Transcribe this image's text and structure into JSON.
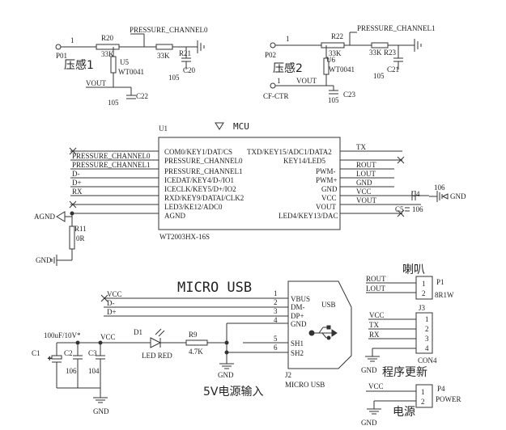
{
  "top": {
    "p01": "P01",
    "pin1a": "1",
    "r20": "R20",
    "r20v": "33K",
    "u5": "U5",
    "u5v": "WT0041",
    "pc0": "PRESSURE_CHANNEL0",
    "r21v": "33K",
    "r21": "R21",
    "c20v": "105",
    "c20": "C20",
    "label1": "压感1",
    "vout1": "VOUT",
    "c22v": "105",
    "c22": "C22",
    "p02": "P02",
    "pin1b": "1",
    "r22": "R22",
    "r22v": "33K",
    "u6": "U6",
    "u6v": "WT0041",
    "pc1": "PRESSURE_CHANNEL1",
    "r23v": "33K",
    "r23": "R23",
    "c21v": "105",
    "c21": "C21",
    "label2": "压感2",
    "pin1c": "1",
    "vout2": "VOUT",
    "cfctr": "CF-CTR",
    "c23v": "105",
    "c23": "C23"
  },
  "mcu": {
    "title": "MCU",
    "ref": "U1",
    "part": "WT2003HX-16S",
    "left_pins": [
      "COM0/KEY1/DAT/CS",
      "PRESSURE_CHANNEL0",
      "PRESSURE_CHANNEL1",
      "ICEDAT/KEY4/D-/IO1",
      "ICECLK/KEY5/D+/IO2",
      "RXD/KEY9/DATAI/CLK2",
      "LED3/KE12/ADC0",
      "AGND"
    ],
    "right_pins": [
      "TXD/KEY15/ADC1/DATA2",
      "KEY14/LED5",
      "PWM-",
      "PWM+",
      "GND",
      "VCC",
      "VOUT",
      "LED4/KEY13/DAC"
    ],
    "left_nets": [
      "PRESSURE_CHANNEL0",
      "PRESSURE_CHANNEL1",
      "D-",
      "D+",
      "RX"
    ],
    "right_nets": [
      "TX",
      "ROUT",
      "LOUT",
      "GND",
      "VCC",
      "VOUT"
    ],
    "c4": "C4",
    "c4v": "106",
    "c5": "C5",
    "c5v": "106",
    "gnd": "GND",
    "agnd": "AGND",
    "r11": "R11",
    "r11v": "0R",
    "gnd2": "GND"
  },
  "usb": {
    "title": "MICRO USB",
    "usb": "USB",
    "ref": "J2",
    "part": "MICRO USB",
    "nets": [
      "VCC",
      "D-",
      "D+"
    ],
    "pins": [
      "VBUS",
      "DM-",
      "DP+",
      "GND",
      "SH1",
      "SH2"
    ],
    "pin_nums": [
      "1",
      "2",
      "3",
      "4",
      "5",
      "6"
    ],
    "c1": "C1",
    "c1v": "100uF/10V*",
    "c2": "C2",
    "c2v": "106",
    "c3": "C3",
    "c3v": "104",
    "vcc": "VCC",
    "d1": "D1",
    "d1v": "LED RED",
    "r9": "R9",
    "r9v": "4.7K",
    "gnd_a": "GND",
    "gnd_b": "GND",
    "caption": "5V电源输入"
  },
  "spk": {
    "title": "喇叭",
    "ref": "P1",
    "part": "8R1W",
    "nets": [
      "ROUT",
      "LOUT"
    ],
    "pins": [
      "1",
      "2"
    ]
  },
  "prog": {
    "ref": "J3",
    "part": "CON4",
    "title": "程序更新",
    "nets": [
      "VCC",
      "TX",
      "RX"
    ],
    "pins": [
      "1",
      "2",
      "3",
      "4"
    ],
    "gnd": "GND"
  },
  "pwr": {
    "ref": "P4",
    "part": "POWER",
    "title": "电源",
    "net": "VCC",
    "pins": [
      "1",
      "2"
    ],
    "gnd": "GND"
  }
}
